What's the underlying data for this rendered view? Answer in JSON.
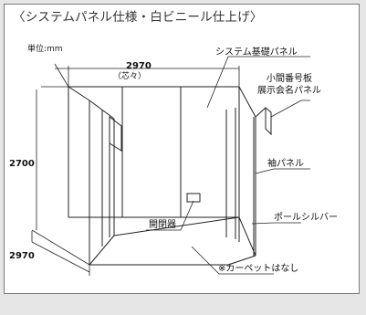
{
  "title": "〈システムパネル仕様・白ビニール仕上げ〉",
  "unit": "単位:mm",
  "dimensions": {
    "width_top": "2970",
    "width_top_note": "（芯々）",
    "height": "2700",
    "depth": "2970"
  },
  "labels": {
    "system_panel": "システム基礎パネル",
    "booth_sign_line1": "小間番号板",
    "booth_sign_line2": "展示会名パネル",
    "sleeve_panel": "袖パネル",
    "pole": "ポールシルバー",
    "breaker": "開閉器",
    "carpet_note": "※カーペットはなし"
  }
}
